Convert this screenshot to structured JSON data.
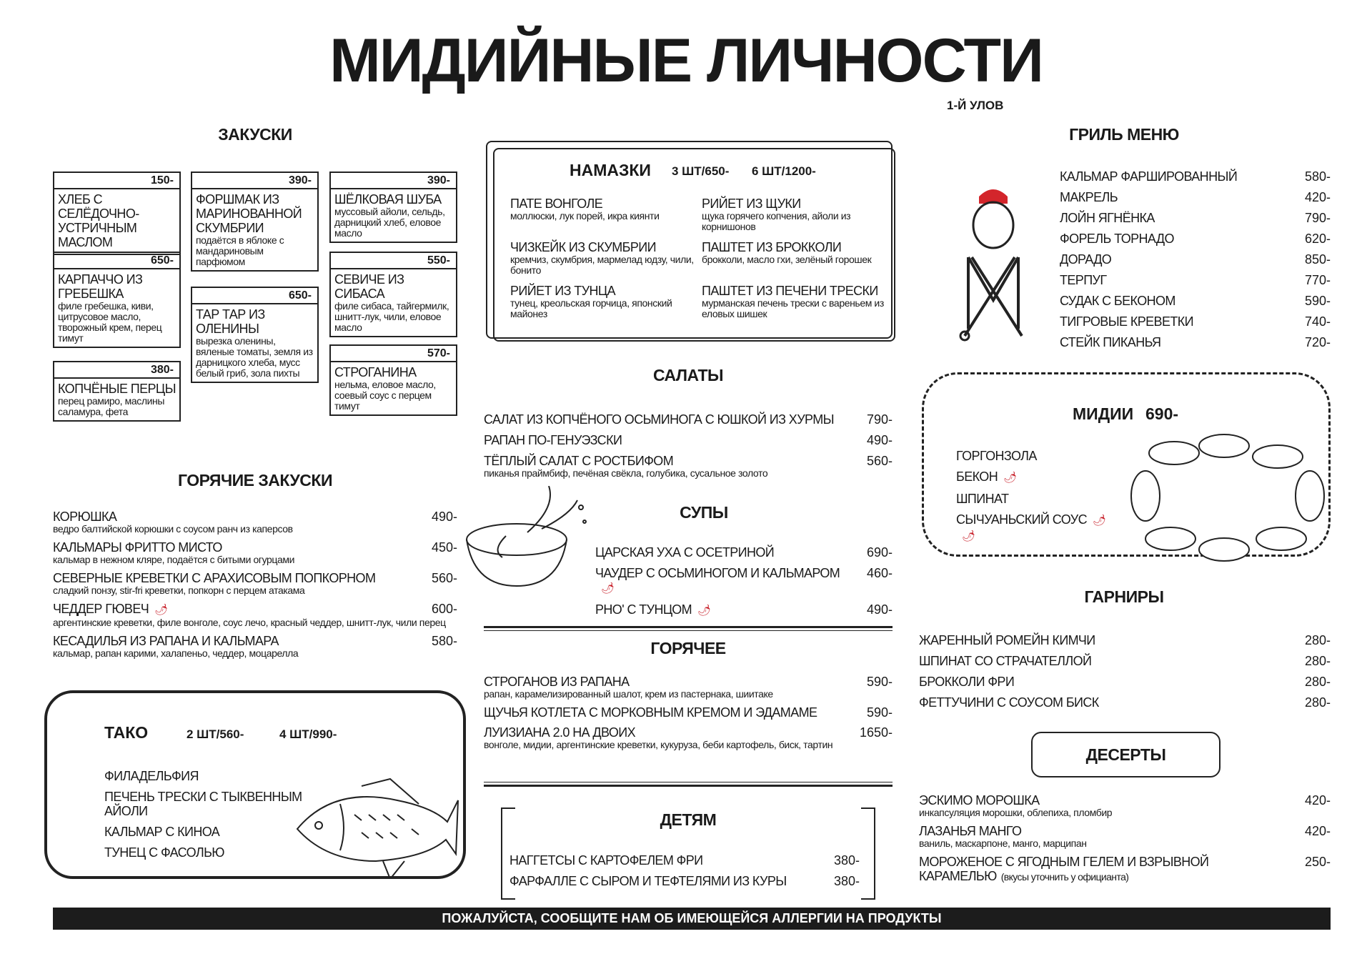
{
  "header": {
    "title": "МИДИЙНЫЕ ЛИЧНОСТИ",
    "subtitle": "1-Й УЛОВ"
  },
  "zakuski": {
    "title": "ЗАКУСКИ",
    "items": [
      {
        "name": "ХЛЕБ С СЕЛЁДОЧНО-УСТРИЧНЫМ МАСЛОМ",
        "desc": "",
        "price": "150-"
      },
      {
        "name": "КАРПАЧЧО ИЗ ГРЕБЕШКА",
        "desc": "филе гребешка, киви, цитрусовое масло, творожный крем, перец тимут",
        "price": "650-"
      },
      {
        "name": "КОПЧЁНЫЕ ПЕРЦЫ",
        "desc": "перец рамиро, маслины саламура, фета",
        "price": "380-"
      },
      {
        "name": "ФОРШМАК ИЗ МАРИНОВАННОЙ СКУМБРИИ",
        "desc": "подаётся в яблоке с мандариновым парфюмом",
        "price": "390-"
      },
      {
        "name": "ТАР ТАР ИЗ ОЛЕНИНЫ",
        "desc": "вырезка оленины, вяленые томаты, земля из дарницкого хлеба, мусс белый гриб, зола пихты",
        "price": "650-"
      },
      {
        "name": "ШЁЛКОВАЯ ШУБА",
        "desc": "муссовый айоли, сельдь, дарницкий хлеб, еловое масло",
        "price": "390-"
      },
      {
        "name": "СЕВИЧЕ ИЗ СИБАСА",
        "desc": "филе сибаса, тайгермилк, шнитт-лук, чили, еловое масло",
        "price": "550-"
      },
      {
        "name": "СТРОГАНИНА",
        "desc": "нельма, еловое масло, соевый соус с перцем тимут",
        "price": "570-"
      }
    ]
  },
  "hot_starters": {
    "title": "ГОРЯЧИЕ ЗАКУСКИ",
    "items": [
      {
        "name": "КОРЮШКА",
        "desc": "ведро балтийской корюшки с соусом ранч из каперсов",
        "price": "490-"
      },
      {
        "name": "КАЛЬМАРЫ ФРИТТО МИСТО",
        "desc": "кальмар в нежном кляре, подаётся с битыми огурцами",
        "price": "450-"
      },
      {
        "name": "СЕВЕРНЫЕ КРЕВЕТКИ С АРАХИСОВЫМ ПОПКОРНОМ",
        "desc": "сладкий понзу, stir-fri креветки, попкорн с перцем атакама",
        "price": "560-"
      },
      {
        "name": "ЧЕДДЕР ГЮВЕЧ",
        "desc": "аргентинские креветки, филе вонголе, соус лечо, красный чеддер, шнитт-лук, чили перец",
        "price": "600-",
        "spicy": 1
      },
      {
        "name": "КЕСАДИЛЬЯ ИЗ РАПАНА И КАЛЬМАРА",
        "desc": "кальмар, рапан карими, халапеньо, чеддер, моцарелла",
        "price": "580-"
      }
    ]
  },
  "tacos": {
    "title": "ТАКО",
    "price2": "2 ШТ/560-",
    "price4": "4 ШТ/990-",
    "items": [
      {
        "name": "ФИЛАДЕЛЬФИЯ"
      },
      {
        "name": "ПЕЧЕНЬ ТРЕСКИ С ТЫКВЕННЫМ АЙОЛИ"
      },
      {
        "name": "КАЛЬМАР С КИНОА"
      },
      {
        "name": "ТУНЕЦ С ФАСОЛЬЮ"
      }
    ]
  },
  "spreads": {
    "title": "НАМАЗКИ",
    "price3": "3 ШТ/650-",
    "price6": "6 ШТ/1200-",
    "items": [
      {
        "name": "ПАТЕ ВОНГОЛЕ",
        "desc": "моллюски, лук порей, икра киянти"
      },
      {
        "name": "ЧИЗКЕЙК ИЗ СКУМБРИИ",
        "desc": "кремчиз, скумбрия, мармелад юдзу, чили, бонито"
      },
      {
        "name": "РИЙЕТ ИЗ ТУНЦА",
        "desc": "тунец, креольская горчица, японский майонез"
      },
      {
        "name": "РИЙЕТ ИЗ ЩУКИ",
        "desc": "щука горячего копчения, айоли из корнишонов"
      },
      {
        "name": "ПАШТЕТ ИЗ БРОККОЛИ",
        "desc": "брокколи, масло гхи, зелёный горошек"
      },
      {
        "name": "ПАШТЕТ ИЗ ПЕЧЕНИ ТРЕСКИ",
        "desc": "мурманская печень трески с вареньем из еловых шишек"
      }
    ]
  },
  "salads": {
    "title": "САЛАТЫ",
    "items": [
      {
        "name": "САЛАТ ИЗ КОПЧЁНОГО ОСЬМИНОГА С ЮШКОЙ ИЗ ХУРМЫ",
        "price": "790-"
      },
      {
        "name": "РАПАН ПО-ГЕНУЭЗСКИ",
        "price": "490-"
      },
      {
        "name": "ТЁПЛЫЙ САЛАТ С РОСТБИФОМ",
        "desc": "пиканья праймбиф, печёная свёкла, голубика, сусальное золото",
        "price": "560-"
      }
    ]
  },
  "soups": {
    "title": "СУПЫ",
    "items": [
      {
        "name": "ЦАРСКАЯ УХА С ОСЕТРИНОЙ",
        "price": "690-"
      },
      {
        "name": "ЧАУДЕР С ОСЬМИНОГОМ И КАЛЬМАРОМ",
        "price": "460-",
        "spicy": 1
      },
      {
        "name": "РНО' С ТУНЦОМ",
        "price": "490-",
        "spicy": 1
      }
    ]
  },
  "hot": {
    "title": "ГОРЯЧЕЕ",
    "items": [
      {
        "name": "СТРОГАНОВ ИЗ РАПАНА",
        "desc": "рапан, карамелизированный шалот, крем из пастернака, шиитаке",
        "price": "590-"
      },
      {
        "name": "ЩУЧЬЯ КОТЛЕТА С МОРКОВНЫМ КРЕМОМ И ЭДАМАМЕ",
        "price": "590-"
      },
      {
        "name": "ЛУИЗИАНА 2.0 НА ДВОИХ",
        "desc": "вонголе, мидии, аргентинские креветки, кукуруза, беби картофель, биск, тартин",
        "price": "1650-"
      }
    ]
  },
  "kids": {
    "title": "ДЕТЯМ",
    "items": [
      {
        "name": "НАГГЕТСЫ С КАРТОФЕЛЕМ ФРИ",
        "price": "380-"
      },
      {
        "name": "ФАРФАЛЛЕ С СЫРОМ И ТЕФТЕЛЯМИ ИЗ КУРЫ",
        "price": "380-"
      }
    ]
  },
  "grill": {
    "title": "ГРИЛЬ МЕНЮ",
    "items": [
      {
        "name": "КАЛЬМАР ФАРШИРОВАННЫЙ",
        "price": "580-"
      },
      {
        "name": "МАКРЕЛЬ",
        "price": "420-"
      },
      {
        "name": "ЛОЙН ЯГНЁНКА",
        "price": "790-"
      },
      {
        "name": "ФОРЕЛЬ ТОРНАДО",
        "price": "620-"
      },
      {
        "name": "ДОРАДО",
        "price": "850-"
      },
      {
        "name": "ТЕРПУГ",
        "price": "770-"
      },
      {
        "name": "СУДАК С БЕКОНОМ",
        "price": "590-"
      },
      {
        "name": "ТИГРОВЫЕ КРЕВЕТКИ",
        "price": "740-"
      },
      {
        "name": "СТЕЙК ПИКАНЬЯ",
        "price": "720-"
      }
    ]
  },
  "mussels": {
    "title": "МИДИИ",
    "price": "690-",
    "items": [
      {
        "name": "ГОРГОНЗОЛА"
      },
      {
        "name": "БЕКОН",
        "spicy": 1
      },
      {
        "name": "ШПИНАТ"
      },
      {
        "name": "СЫЧУАНЬСКИЙ СОУС",
        "spicy": 2
      }
    ]
  },
  "sides": {
    "title": "ГАРНИРЫ",
    "items": [
      {
        "name": "ЖАРЕННЫЙ РОМЕЙН КИМЧИ",
        "price": "280-"
      },
      {
        "name": "ШПИНАТ СО СТРАЧАТЕЛЛОЙ",
        "price": "280-"
      },
      {
        "name": "БРОККОЛИ ФРИ",
        "price": "280-"
      },
      {
        "name": "ФЕТТУЧИНИ С СОУСОМ БИСК",
        "price": "280-"
      }
    ]
  },
  "desserts": {
    "title": "ДЕСЕРТЫ",
    "items": [
      {
        "name": "ЭСКИМО МОРОШКА",
        "desc": "инкапсуляция морошки, облепиха, пломбир",
        "price": "420-"
      },
      {
        "name": "ЛАЗАНЬЯ МАНГО",
        "desc": "ваниль, маскарпоне, манго, марципан",
        "price": "420-"
      },
      {
        "name": "МОРОЖЕНОЕ С ЯГОДНЫМ ГЕЛЕМ И ВЗРЫВНОЙ КАРАМЕЛЬЮ",
        "note": "(вкусы уточнить у официанта)",
        "price": "250-"
      }
    ]
  },
  "footer": {
    "notice": "ПОЖАЛУЙСТА, СООБЩИТЕ НАМ ОБ ИМЕЮЩЕЙСЯ АЛЛЕРГИИ НА ПРОДУКТЫ"
  },
  "colors": {
    "chili": "#c8202a",
    "text": "#1a1a1a"
  }
}
